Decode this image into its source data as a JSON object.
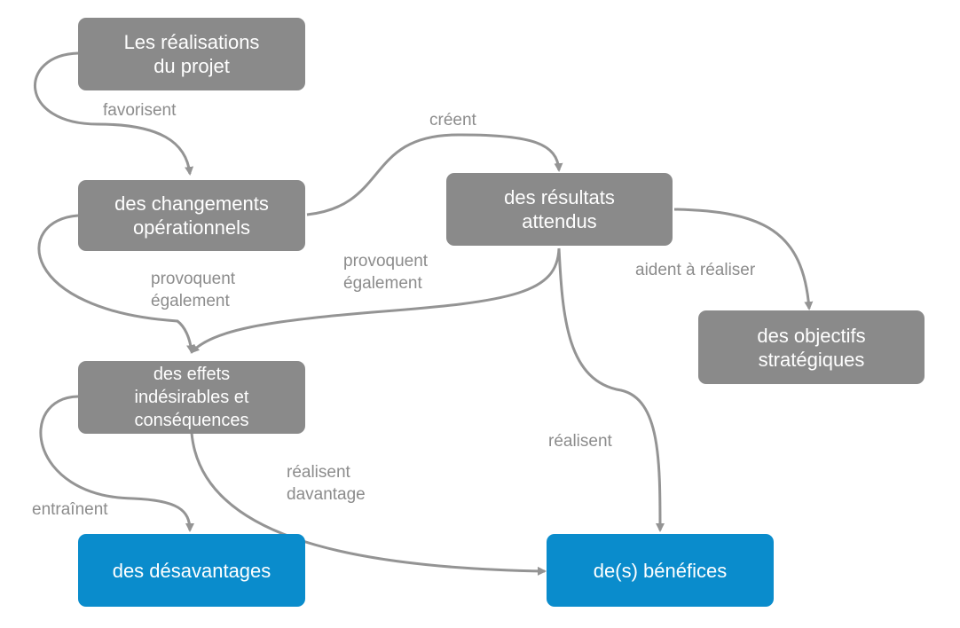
{
  "colors": {
    "box_gray": "#8a8a8a",
    "box_blue": "#0a8ccc",
    "connector": "#949494",
    "label_text": "#8c8c8c"
  },
  "nodes": {
    "realisations": "Les réalisations\ndu projet",
    "changements": "des changements\nopérationnels",
    "resultats": "des résultats\nattendus",
    "objectifs": "des objectifs\nstratégiques",
    "effets": "des effets\nindésirables et\nconséquences",
    "desavantages": "des désavantages",
    "benefices": "de(s) bénéfices"
  },
  "edges": {
    "favorisent": "favorisent",
    "creent": "créent",
    "aident": "aident à réaliser",
    "provoquent_left": "provoquent\négalement",
    "provoquent_right": "provoquent\négalement",
    "realisent": "réalisent",
    "realisent_davantage": "réalisent\ndavantage",
    "entrainent": "entraînent"
  }
}
